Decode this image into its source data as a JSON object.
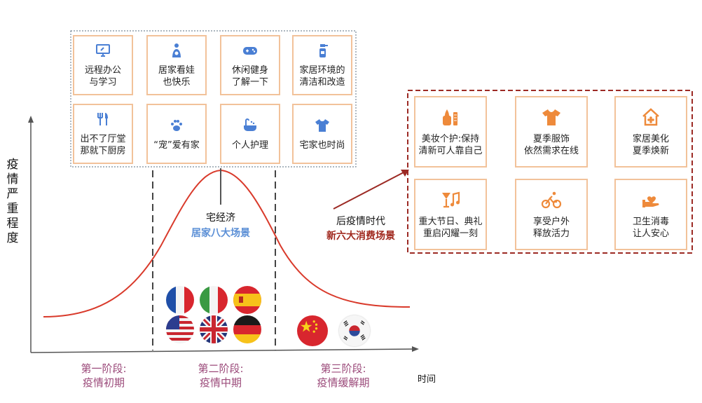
{
  "y_axis_label": [
    "疫",
    "情",
    "严",
    "重",
    "程",
    "度"
  ],
  "x_axis_label": "时间",
  "phases": [
    {
      "label": "第一阶段:\n疫情初期"
    },
    {
      "label": "第二阶段:\n疫情中期"
    },
    {
      "label": "第三阶段:\n疫情缓解期"
    }
  ],
  "mid_annotation": {
    "title": "宅经济",
    "subtitle": "居家八大场景"
  },
  "post_annotation": {
    "title": "后疫情时代",
    "subtitle": "新六大消费场景"
  },
  "home_scenes": [
    {
      "icon": "monitor-icon",
      "label": "远程办公\n与学习"
    },
    {
      "icon": "baby-icon",
      "label": "居家看娃\n也快乐"
    },
    {
      "icon": "gamepad-icon",
      "label": "休闲健身\n了解一下"
    },
    {
      "icon": "spray-bottle-icon",
      "label": "家居环境的\n清洁和改造"
    },
    {
      "icon": "cutlery-icon",
      "label": "出不了厅堂\n那就下厨房"
    },
    {
      "icon": "paw-icon",
      "label": "“宠”爱有家"
    },
    {
      "icon": "bath-icon",
      "label": "个人护理"
    },
    {
      "icon": "tshirt-icon",
      "label": "宅家也时尚"
    }
  ],
  "post_scenes": [
    {
      "icon": "cosmetics-icon",
      "label": "美妆个护:保持\n清新可人靠自己"
    },
    {
      "icon": "tshirt-icon",
      "label": "夏季服饰\n依然需求在线"
    },
    {
      "icon": "house-flower-icon",
      "label": "家居美化\n夏季焕新"
    },
    {
      "icon": "cocktail-music-icon",
      "label": "重大节日、典礼\n重启闪耀一刻"
    },
    {
      "icon": "cyclist-icon",
      "label": "享受户外\n释放活力"
    },
    {
      "icon": "hand-heart-icon",
      "label": "卫生消毒\n让人安心"
    }
  ],
  "flags_phase2": [
    "france-flag-icon",
    "italy-flag-icon",
    "spain-flag-icon",
    "usa-flag-icon",
    "uk-flag-icon",
    "germany-flag-icon"
  ],
  "flags_phase3": [
    "china-flag-icon",
    "south-korea-flag-icon"
  ],
  "colors": {
    "curve": "#d93a2b",
    "card_border": "#f2c29a",
    "icon_orange": "#ee8a3b",
    "icon_blue": "#4a7fd4",
    "post_box": "#9c2a24"
  }
}
